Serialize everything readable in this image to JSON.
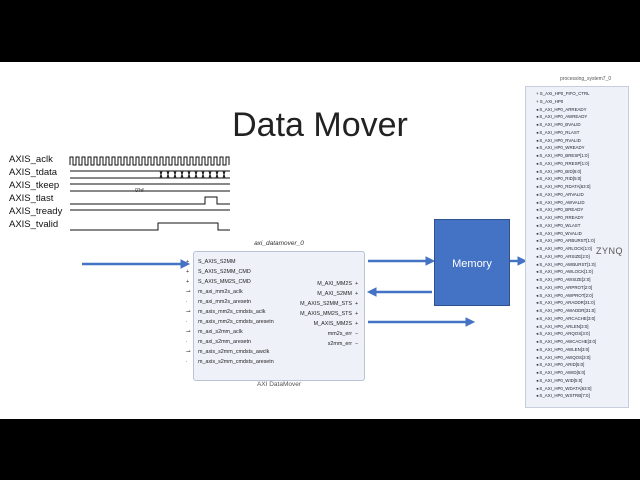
{
  "slide": {
    "title": "Data Mover"
  },
  "waveform": {
    "signals": [
      "AXIS_aclk",
      "AXIS_tdata",
      "AXIS_tkeep",
      "AXIS_tlast",
      "AXIS_tready",
      "AXIS_tvalid"
    ],
    "tkeep_value": "0'hf"
  },
  "ip_block": {
    "instance_name": "axi_datamover_0",
    "footer": "AXI DataMover",
    "left_ports": [
      "S_AXIS_S2MM",
      "S_AXIS_S2MM_CMD",
      "S_AXIS_MM2S_CMD",
      "m_axi_mm2s_aclk",
      "m_axi_mm2s_aresetn",
      "m_axis_mm2s_cmdsts_aclk",
      "m_axis_mm2s_cmdsts_aresetn",
      "m_axi_s2mm_aclk",
      "m_axi_s2mm_aresetn",
      "m_axis_s2mm_cmdsts_awclk",
      "m_axis_s2mm_cmdsts_aresetn"
    ],
    "right_ports": [
      "M_AXI_MM2S",
      "M_AXI_S2MM",
      "M_AXIS_S2MM_STS",
      "M_AXIS_MM2S_STS",
      "M_AXIS_MM2S",
      "mm2s_err",
      "s2mm_err"
    ]
  },
  "memory": {
    "label": "Memory"
  },
  "zynq": {
    "title": "processing_system7_0",
    "logo": "ZYNQ",
    "ports": [
      "S_AXI_HP0_FIFO_CTRL",
      "S_AXI_HP0",
      "S_AXI_HP0_ARREADY",
      "S_AXI_HP0_AWREADY",
      "S_AXI_HP0_BVALID",
      "S_AXI_HP0_RLAST",
      "S_AXI_HP0_RVALID",
      "S_AXI_HP0_WREADY",
      "S_AXI_HP0_BRESP[1:0]",
      "S_AXI_HP0_RRESP[1:0]",
      "S_AXI_HP0_BID[5:0]",
      "S_AXI_HP0_RID[5:0]",
      "S_AXI_HP0_RDATA[63:0]",
      "S_AXI_HP0_ARVALID",
      "S_AXI_HP0_AWVALID",
      "S_AXI_HP0_BREADY",
      "S_AXI_HP0_RREADY",
      "S_AXI_HP0_WLAST",
      "S_AXI_HP0_WVALID",
      "S_AXI_HP0_ARBURST[1:0]",
      "S_AXI_HP0_ARLOCK[1:0]",
      "S_AXI_HP0_ARSIZE[2:0]",
      "S_AXI_HP0_AWBURST[1:0]",
      "S_AXI_HP0_AWLOCK[1:0]",
      "S_AXI_HP0_AWSIZE[2:0]",
      "S_AXI_HP0_ARPROT[2:0]",
      "S_AXI_HP0_AWPROT[2:0]",
      "S_AXI_HP0_ARADDR[31:0]",
      "S_AXI_HP0_AWADDR[31:0]",
      "S_AXI_HP0_ARCACHE[3:0]",
      "S_AXI_HP0_ARLEN[3:0]",
      "S_AXI_HP0_ARQOS[3:0]",
      "S_AXI_HP0_AWCACHE[3:0]",
      "S_AXI_HP0_AWLEN[3:0]",
      "S_AXI_HP0_AWQOS[3:0]",
      "S_AXI_HP0_ARID[5:0]",
      "S_AXI_HP0_AWID[5:0]",
      "S_AXI_HP0_WID[5:0]",
      "S_AXI_HP0_WDATA[63:0]",
      "S_AXI_HP0_WSTRB[7:0]"
    ]
  },
  "colors": {
    "arrow": "#4472c4",
    "memory_fill": "#4472c4",
    "block_fill": "#eef1f8",
    "slide_bg": "#ffffff"
  }
}
